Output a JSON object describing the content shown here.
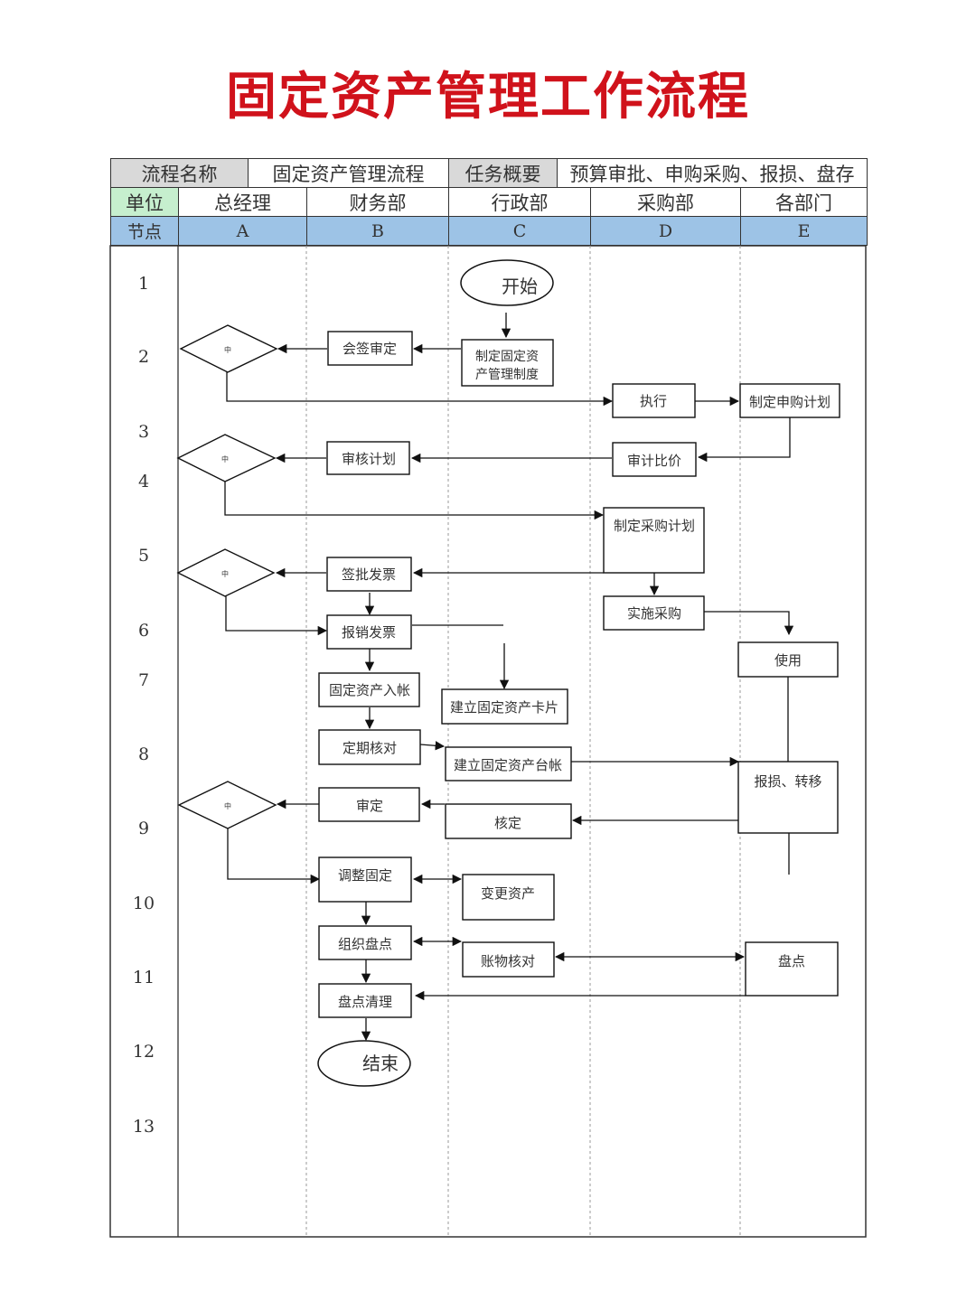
{
  "title": "固定资产管理工作流程",
  "header": {
    "process_name_label": "流程名称",
    "process_name": "固定资产管理流程",
    "summary_label": "任务概要",
    "summary": "预算审批、申购采购、报损、盘存",
    "unit_label": "单位",
    "node_label": "节点"
  },
  "lanes": [
    {
      "name": "总经理",
      "code": "A"
    },
    {
      "name": "财务部",
      "code": "B"
    },
    {
      "name": "行政部",
      "code": "C"
    },
    {
      "name": "采购部",
      "code": "D"
    },
    {
      "name": "各部门",
      "code": "E"
    }
  ],
  "rows": [
    "1",
    "2",
    "3",
    "4",
    "5",
    "6",
    "7",
    "8",
    "9",
    "10",
    "11",
    "12",
    "13"
  ],
  "nodes": {
    "start": "开始",
    "make_policy": "制定固定资产管理制度",
    "countersign": "会签审定",
    "execute": "执行",
    "purchase_plan_request": "制定申购计划",
    "audit_price": "审计比价",
    "review_plan": "审核计划",
    "procure_plan": "制定采购计划",
    "approve_invoice": "签批发票",
    "implement_purchase": "实施采购",
    "reimburse_invoice": "报销发票",
    "use": "使用",
    "asset_entry": "固定资产入帐",
    "asset_card": "建立固定资产卡片",
    "periodic_check": "定期核对",
    "asset_ledger": "建立固定资产台帐",
    "scrap_transfer": "报损、转移",
    "approve": "审定",
    "verify": "核定",
    "adjust": "调整固定",
    "change": "变更资产",
    "organize_count": "组织盘点",
    "reconcile": "账物核对",
    "count": "盘点",
    "count_clear": "盘点清理",
    "end": "结束"
  },
  "decision_glyph": "中",
  "colors": {
    "title": "#d0121b",
    "header_gray": "#d9d9d9",
    "unit_green": "#c6efce",
    "node_blue": "#9dc3e6"
  }
}
